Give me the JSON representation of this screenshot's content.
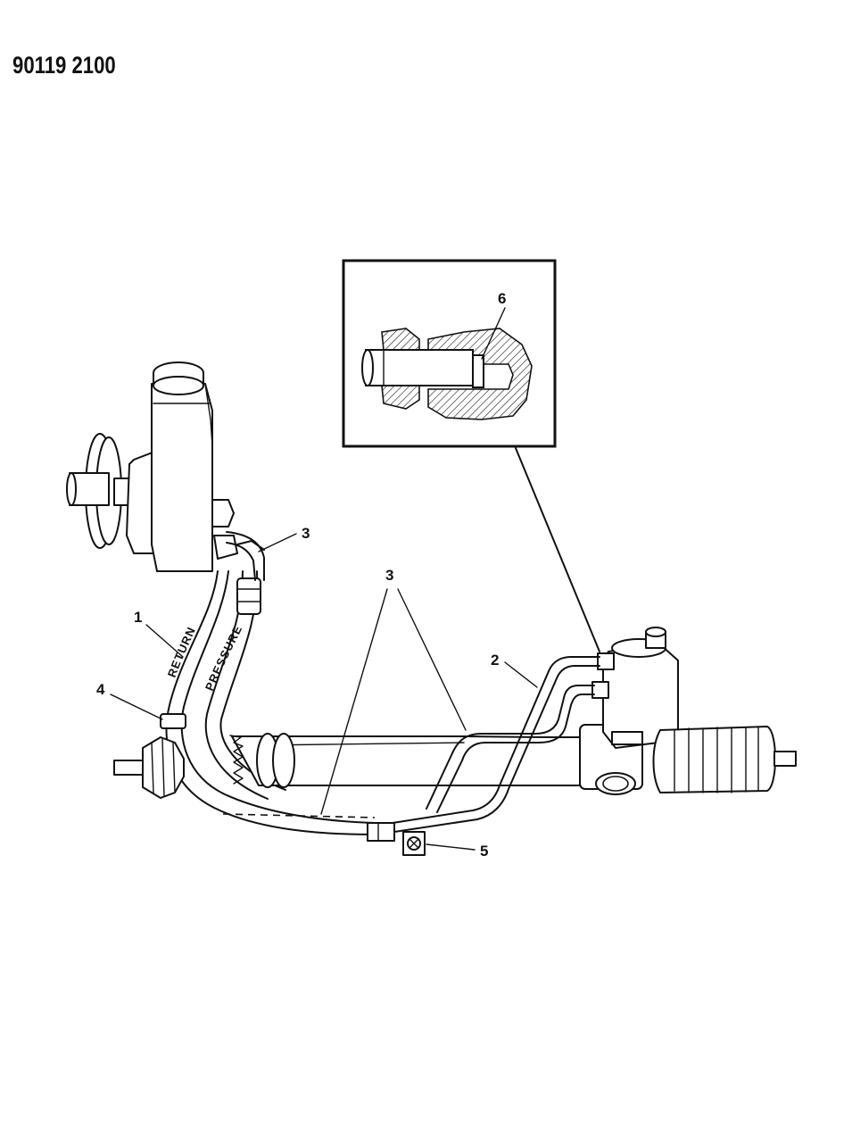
{
  "header": {
    "document_id": "90119 2100"
  },
  "callouts": [
    {
      "id": "c1",
      "label": "1"
    },
    {
      "id": "c2",
      "label": "2"
    },
    {
      "id": "c3a",
      "label": "3"
    },
    {
      "id": "c3b",
      "label": "3"
    },
    {
      "id": "c4",
      "label": "4"
    },
    {
      "id": "c5",
      "label": "5"
    },
    {
      "id": "c6",
      "label": "6"
    }
  ],
  "hoses": {
    "return_label": "RETURN",
    "pressure_label": "PRESSURE"
  }
}
